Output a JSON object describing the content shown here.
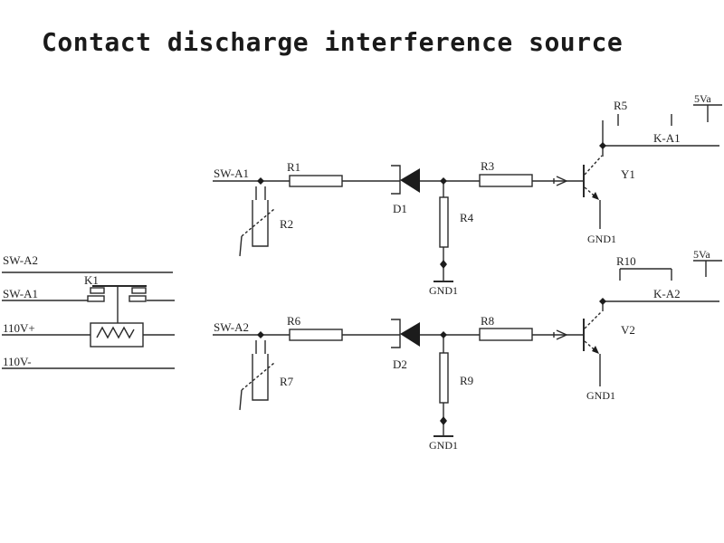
{
  "title": "Contact discharge interference source",
  "colors": {
    "ink": "#2a2a2a",
    "title": "#1a1a1a",
    "background": "#ffffff"
  },
  "relay_block": {
    "sw_a2_label": "SW-A2",
    "sw_a1_label": "SW-A1",
    "relay_name": "K1",
    "supply_plus": "110V+",
    "supply_minus": "110V-"
  },
  "channel1": {
    "input_label": "SW-A1",
    "r1": "R1",
    "r2": "R2",
    "r3": "R3",
    "r4": "R4",
    "r5": "R5",
    "d1": "D1",
    "transistor": "Y1",
    "gnd_divider": "GND1",
    "gnd_emitter": "GND1",
    "output_label": "K-A1",
    "vcc_label": "5Va"
  },
  "channel2": {
    "input_label": "SW-A2",
    "r6": "R6",
    "r7": "R7",
    "r8": "R8",
    "r9": "R9",
    "r10": "R10",
    "d2": "D2",
    "transistor": "V2",
    "gnd_divider": "GND1",
    "gnd_emitter": "GND1",
    "output_label": "K-A2",
    "vcc_label": "5Va"
  }
}
